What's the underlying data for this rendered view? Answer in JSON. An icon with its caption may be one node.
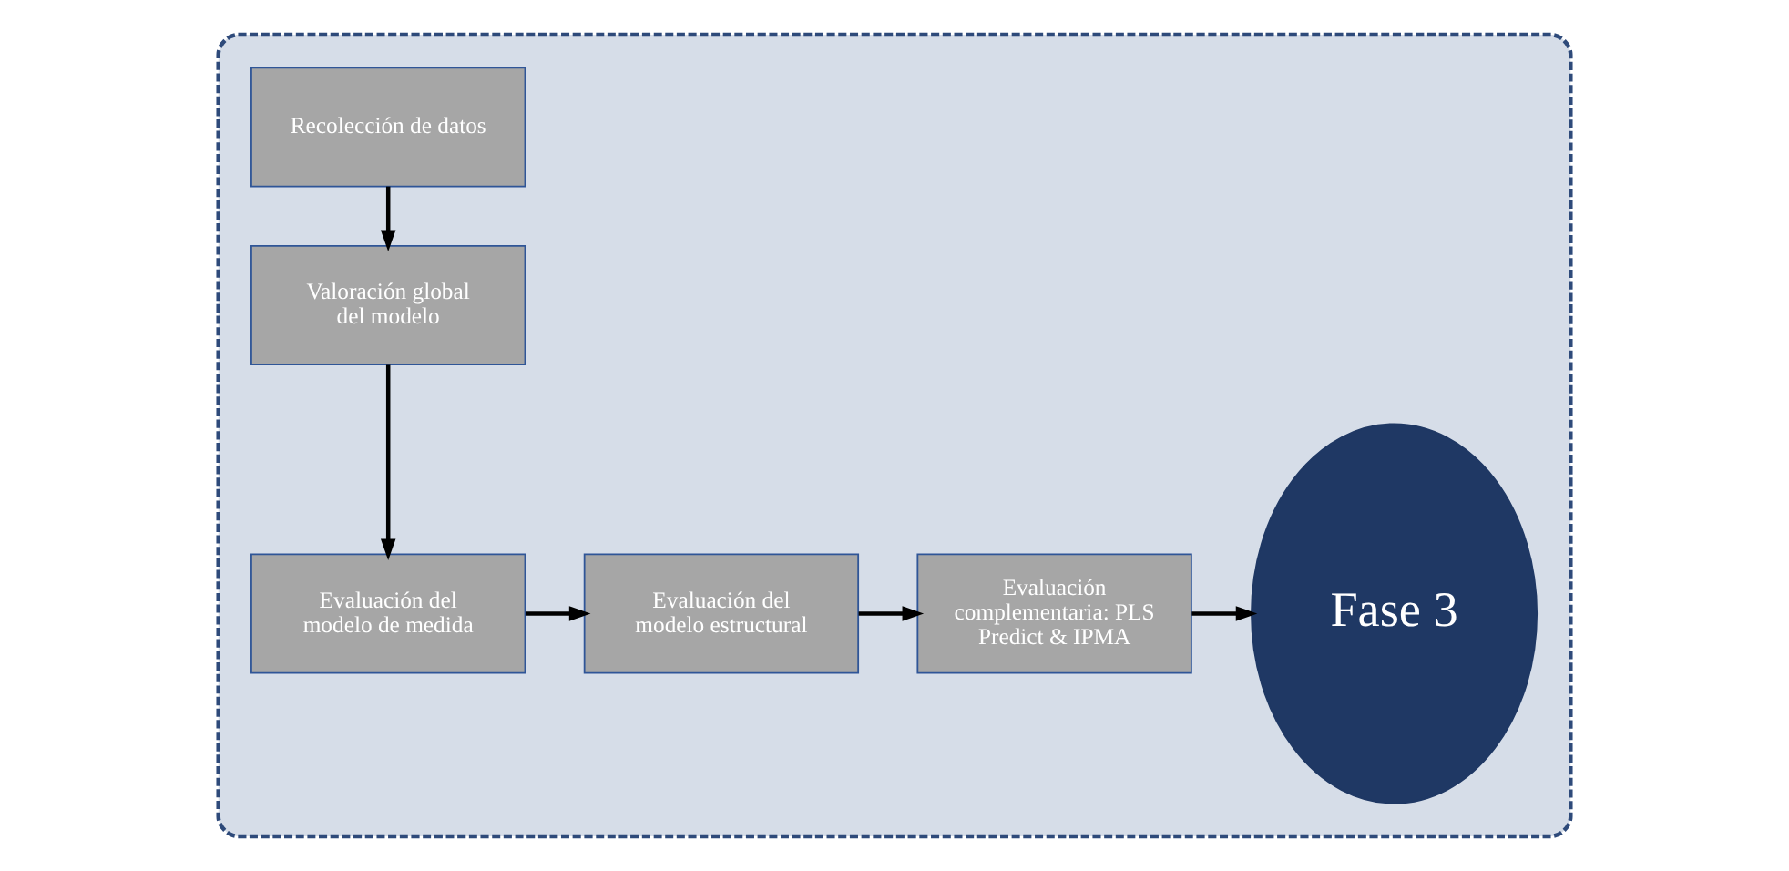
{
  "diagram": {
    "nodes": [
      {
        "text": [],
        "shape": "box"
      },
      {
        "text": [
          "Recolección de datos"
        ],
        "in": 0
      },
      {
        "text": [
          "Valoración global del modelo"
        ],
        "in": 0
      },
      {
        "text": [
          "Evaluación del modelo de medida"
        ],
        "in": 0
      },
      {
        "text": [
          "Evaluación del modelo estructural"
        ],
        "in": 0
      },
      {
        "text": [
          "Evaluación complementaria: PLS Predict & IPMA"
        ],
        "in": 0
      },
      {
        "text": [
          "Fase 3"
        ],
        "in": 0
      }
    ],
    "edges": [
      {
        "from": 1,
        "to": 2,
        "arrow": "to"
      },
      {
        "from": 2,
        "to": 3,
        "arrow": "to"
      },
      {
        "from": 3,
        "to": 4,
        "arrow": "to"
      },
      {
        "from": 4,
        "to": 5,
        "arrow": "to"
      },
      {
        "from": 5,
        "to": 6,
        "arrow": "to"
      }
    ]
  }
}
